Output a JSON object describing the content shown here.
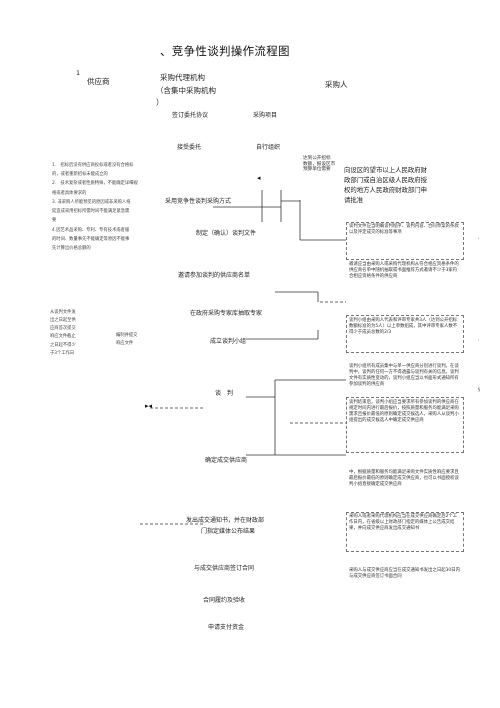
{
  "title": "、竞争性谈判操作流程图",
  "page_number": "1",
  "lanes": {
    "supplier": "供应商",
    "agency_line1": "采购代理机构",
    "agency_line2": "（含集中采购机构",
    "agency_line3": "）",
    "purchaser": "采购人"
  },
  "steps": {
    "sign_agreement": "签订委托协议",
    "purchase_project": "采购项目",
    "accept_commission": "接受委托",
    "self_organize": "自行组织",
    "apply_method": "采用竞争性谈判采购方式",
    "draft_docs": "制定（确认）谈判文件",
    "invite_list": "邀请参加谈判的供应商名单",
    "draw_experts": "在政府采购专家库抽取专家",
    "form_team": "成立谈判小组",
    "negotiate": "谈　判",
    "determine_supplier": "确定成交供应商",
    "notice_line1": "发出成交通知书，并在财政部",
    "notice_line2": "门指定媒体公布结果",
    "sign_contract": "与成交供应商签订合同",
    "acceptance": "合同履约及验收",
    "apply_payment": "申请支付资金"
  },
  "left_notes": {
    "list": [
      "1.　招标后没有供应商投标或者没有合格标",
      "的，或者重新招标未能成立的",
      "2.　技术复杂或者性质特殊，不能确定详细规",
      "格或者具体要求的",
      "3. 非采购人所能预见的原因或非采购人拖",
      "延造成采用招标所需时间不能满足紧急需",
      "要",
      "4.因艺术品采购、专利、专有技术或者服",
      "的时间、数量事先不能确定等原因不能事",
      "先计算出价格总额的"
    ],
    "supplier_note": [
      "从谈判文件发",
      "出之日起至供",
      "应商首次提交",
      "响应文件截止",
      "之日起不得少",
      "于3个工作日"
    ],
    "response_note": [
      "编制并提交",
      "响应文件"
    ]
  },
  "center_note": [
    "达到公开招标",
    "数额，报设区市",
    "预算单位需要"
  ],
  "right_box": [
    "向设区的望市以上人民政府财",
    "政部门或自治区级人民政府授",
    "权的地方人民政府财政部门申",
    "请批准"
  ],
  "right_notes": [
    "谈判文件应当明确谈判程序、谈判内容、合同草案的条款以及评定成交的标准等事项",
    "邀请应当由采购人或采购代理机构从符合相应资格条件的供应商名单中随机抽取或书面推荐方式邀请不少于3家符合相应资格条件的供应商",
    "谈判小组由采购人代表和评审专家共3人（达到公开招标数额标准的为5人）以上单数组成，其中评审专家人数不得少于成员总数的2/3",
    "谈判小组所有成员集中与单一供应商分别进行谈判。在谈判中，谈判的任何一方不得透露与谈判有关的信息。谈判文件有实质性变动的，谈判小组应当以书面形式通知所有参加谈判的供应商",
    "谈判结束后，谈判小组应当要求所有参加谈判的供应商在规定时间内进行最后报价，按照质量和服务均能满足采购需求且报价最低的原则确定成交候选人，采购人从谈判小组提出的成交候选人中确定成交供应商",
    "中，根据质量和服务均能满足采购文件实质性响应要求且最后报价最低的原则确定成交供应商，也可以书面授权谈判小组直接确定成交供应商",
    "采购人或者采购代理机构应当在成交供应商确定后2个工作日内，在省级以上财政部门指定的媒体上公告成交结果，并向成交供应商发出成交通知书",
    "采购人与成交供应商应当在成交通知书发出之日起30日内与成交供应商签订书面合同"
  ],
  "right_pagemarks": [
    "‘",
    "‘",
    "§"
  ]
}
